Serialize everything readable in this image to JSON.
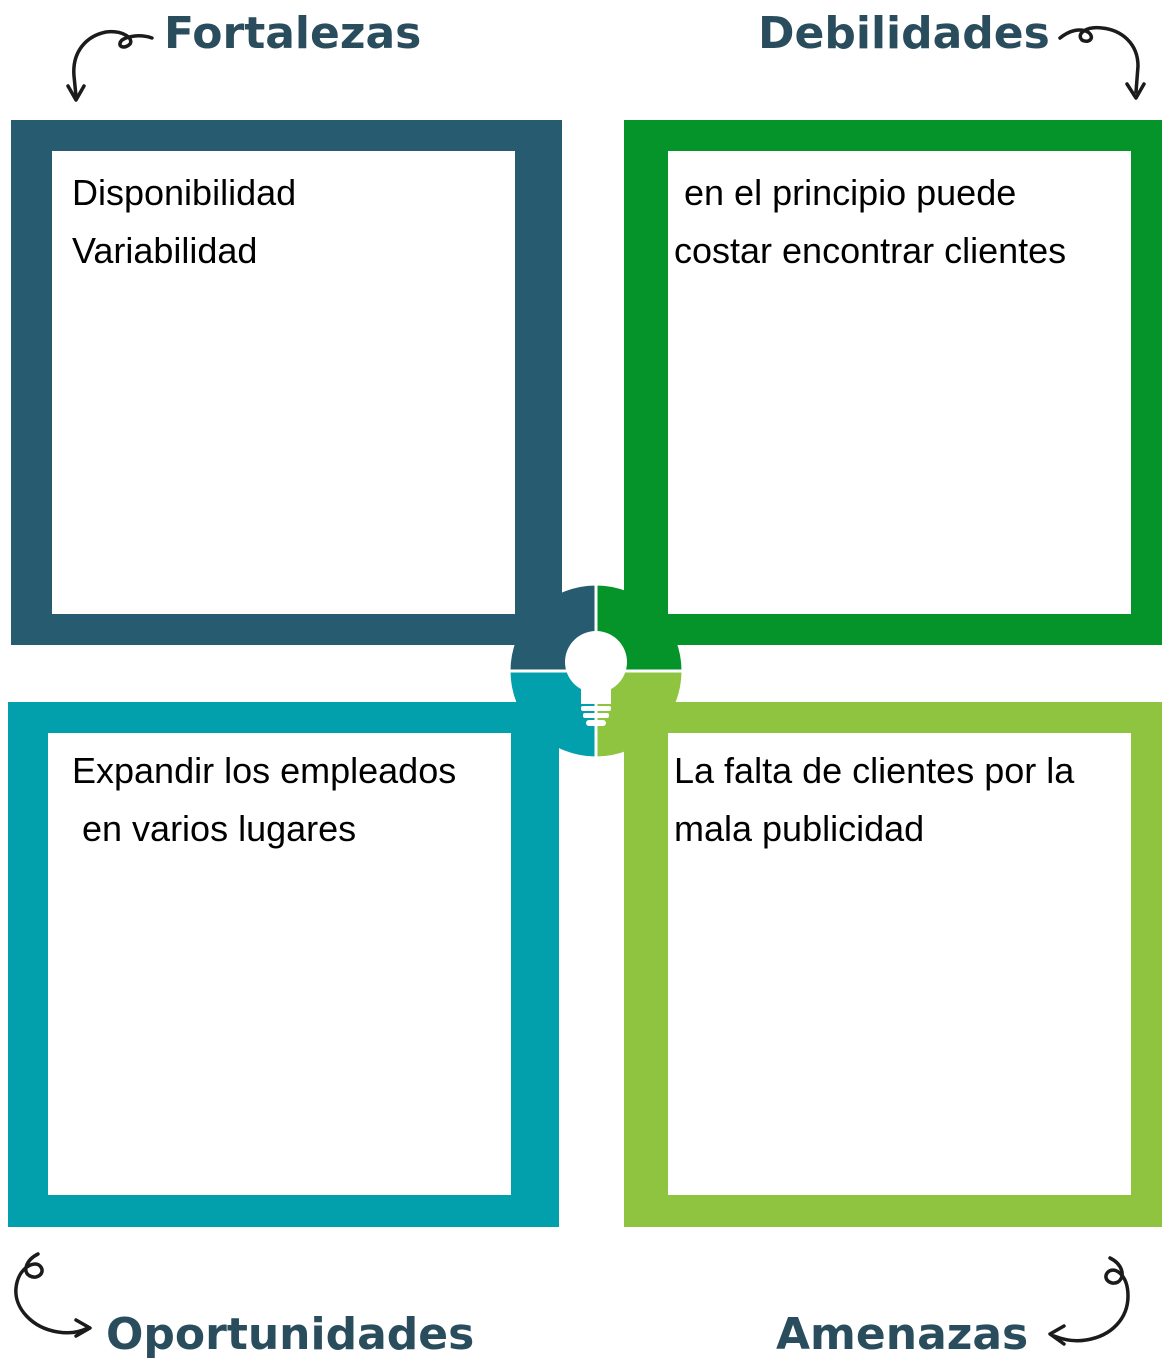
{
  "titles": {
    "strengths": "Fortalezas",
    "weaknesses": "Debilidades",
    "opportunities": "Oportunidades",
    "threats": "Amenazas"
  },
  "quadrants": {
    "strengths": {
      "lines": [
        "Disponibilidad",
        "Variabilidad"
      ],
      "color": "#275b6f"
    },
    "weaknesses": {
      "lines": [
        " en el principio puede",
        "costar encontrar clientes"
      ],
      "color": "#059429"
    },
    "opportunities": {
      "lines": [
        "Expandir los empleados",
        " en varios lugares"
      ],
      "color": "#02a0ad"
    },
    "threats": {
      "lines": [
        "La falta de clientes por la",
        "mala publicidad"
      ],
      "color": "#8fc440"
    }
  },
  "colors": {
    "title": "#2a4d5e",
    "arrow": "#1b1b1b"
  },
  "center_icon": "lightbulb-icon"
}
